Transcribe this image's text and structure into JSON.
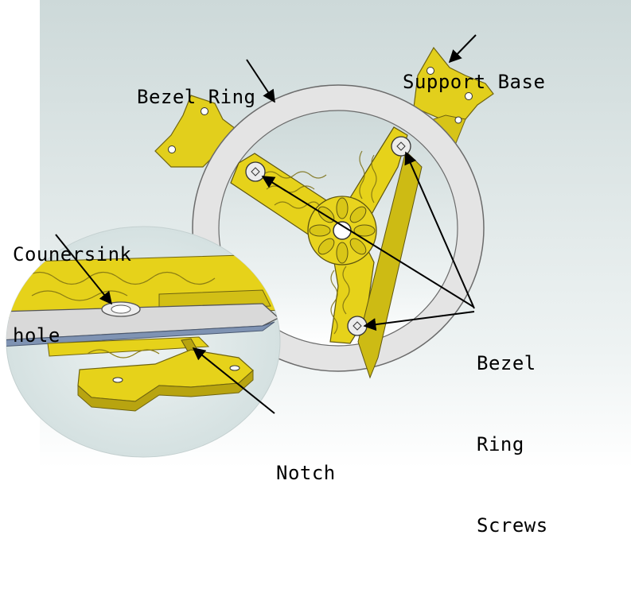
{
  "labels": {
    "bezel_ring": "Bezel Ring",
    "support_base": "Support Base",
    "countersink_line1": "Counersink",
    "countersink_line2": "hole",
    "screws_line1": "Bezel",
    "screws_line2": "Ring",
    "screws_line3": "Screws",
    "notch": "Notch"
  },
  "colors": {
    "background_top": "#cfdcdc",
    "background_bottom": "#ffffff",
    "part_yellow": "#e6d21a",
    "part_yellow_shadow": "#b8a410",
    "ring_gray": "#e4e4e4",
    "ring_edge": "#8a8a8a",
    "inset_bg": "#dfe9e9",
    "text": "#000000"
  }
}
